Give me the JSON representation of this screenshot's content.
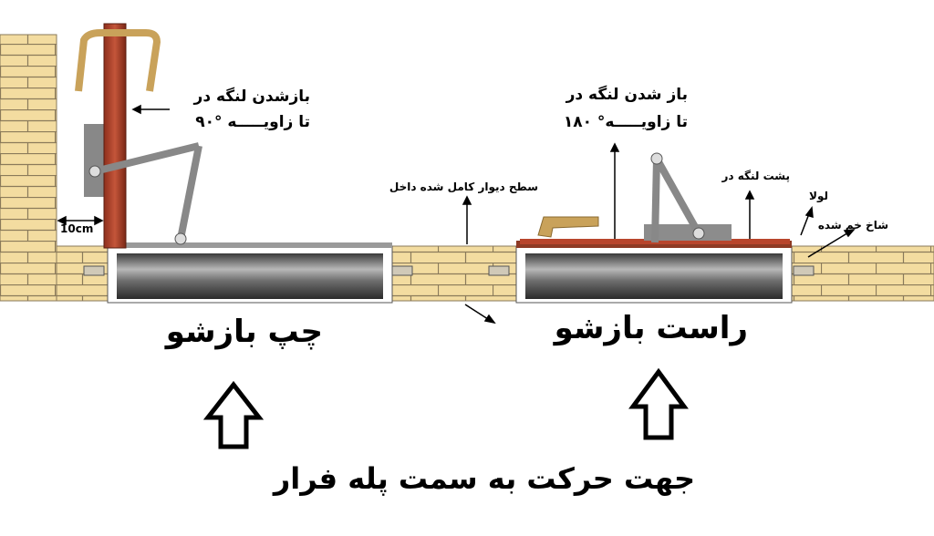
{
  "labels": {
    "left_open_line1": "بازشدن لنگه در",
    "left_open_line2": "تا زاویـــــه °۹۰",
    "right_open_line1": "باز شدن لنگه در",
    "right_open_line2": "تا زاویـــــه° ۱۸۰",
    "wall_surface": "سطح دیوار کامل شده داخل",
    "door_back": "پشت لنگه در",
    "hinge": "لولا",
    "bent_branch": "شاخ خم شده",
    "gap": "10cm",
    "left_title": "چپ بازشو",
    "right_title": "راست بازشو",
    "direction": "جهت حرکت به سمت پله فرار"
  },
  "colors": {
    "brick": "#f3dca0",
    "mortar": "#8a7a5a",
    "door_leaf": "#b8452c",
    "frame_gray": "#8c8c8c",
    "handle": "#c9a25a"
  }
}
